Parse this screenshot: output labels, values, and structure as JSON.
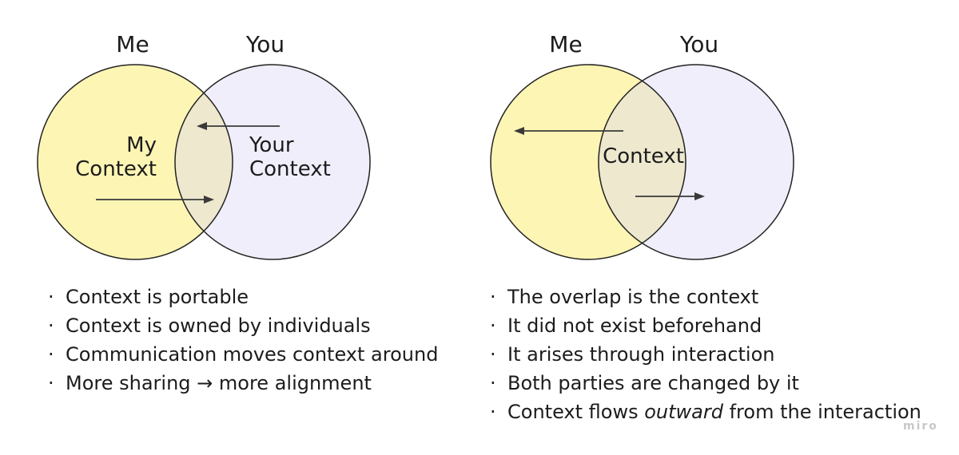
{
  "colors": {
    "me_fill": "#FDF5B4",
    "you_fill": "#EFEEFA",
    "overlap_fill": "#EDE8CE",
    "outline": "#222222",
    "arrow": "#3a3a3a",
    "text": "#1c1c1c",
    "watermark": "#c8c8c8"
  },
  "glyphs": {
    "bullet": "·"
  },
  "left_venn": {
    "me_label": "Me",
    "you_label": "You",
    "my_context": {
      "line1": "My",
      "line2": "Context"
    },
    "your_context": {
      "line1": "Your",
      "line2": "Context"
    }
  },
  "right_venn": {
    "me_label": "Me",
    "you_label": "You",
    "context_label": "Context"
  },
  "left_list": {
    "items": [
      "Context is portable",
      "Context is owned by individuals",
      "Communication moves context around",
      "More sharing → more alignment"
    ]
  },
  "right_list": {
    "items": [
      "The overlap is the context",
      "It did not exist beforehand",
      "It arises through interaction",
      "Both parties are changed by it"
    ],
    "last_item": {
      "pre": "Context flows ",
      "italic": "outward",
      "post": " from the interaction"
    }
  },
  "watermark": "miro"
}
